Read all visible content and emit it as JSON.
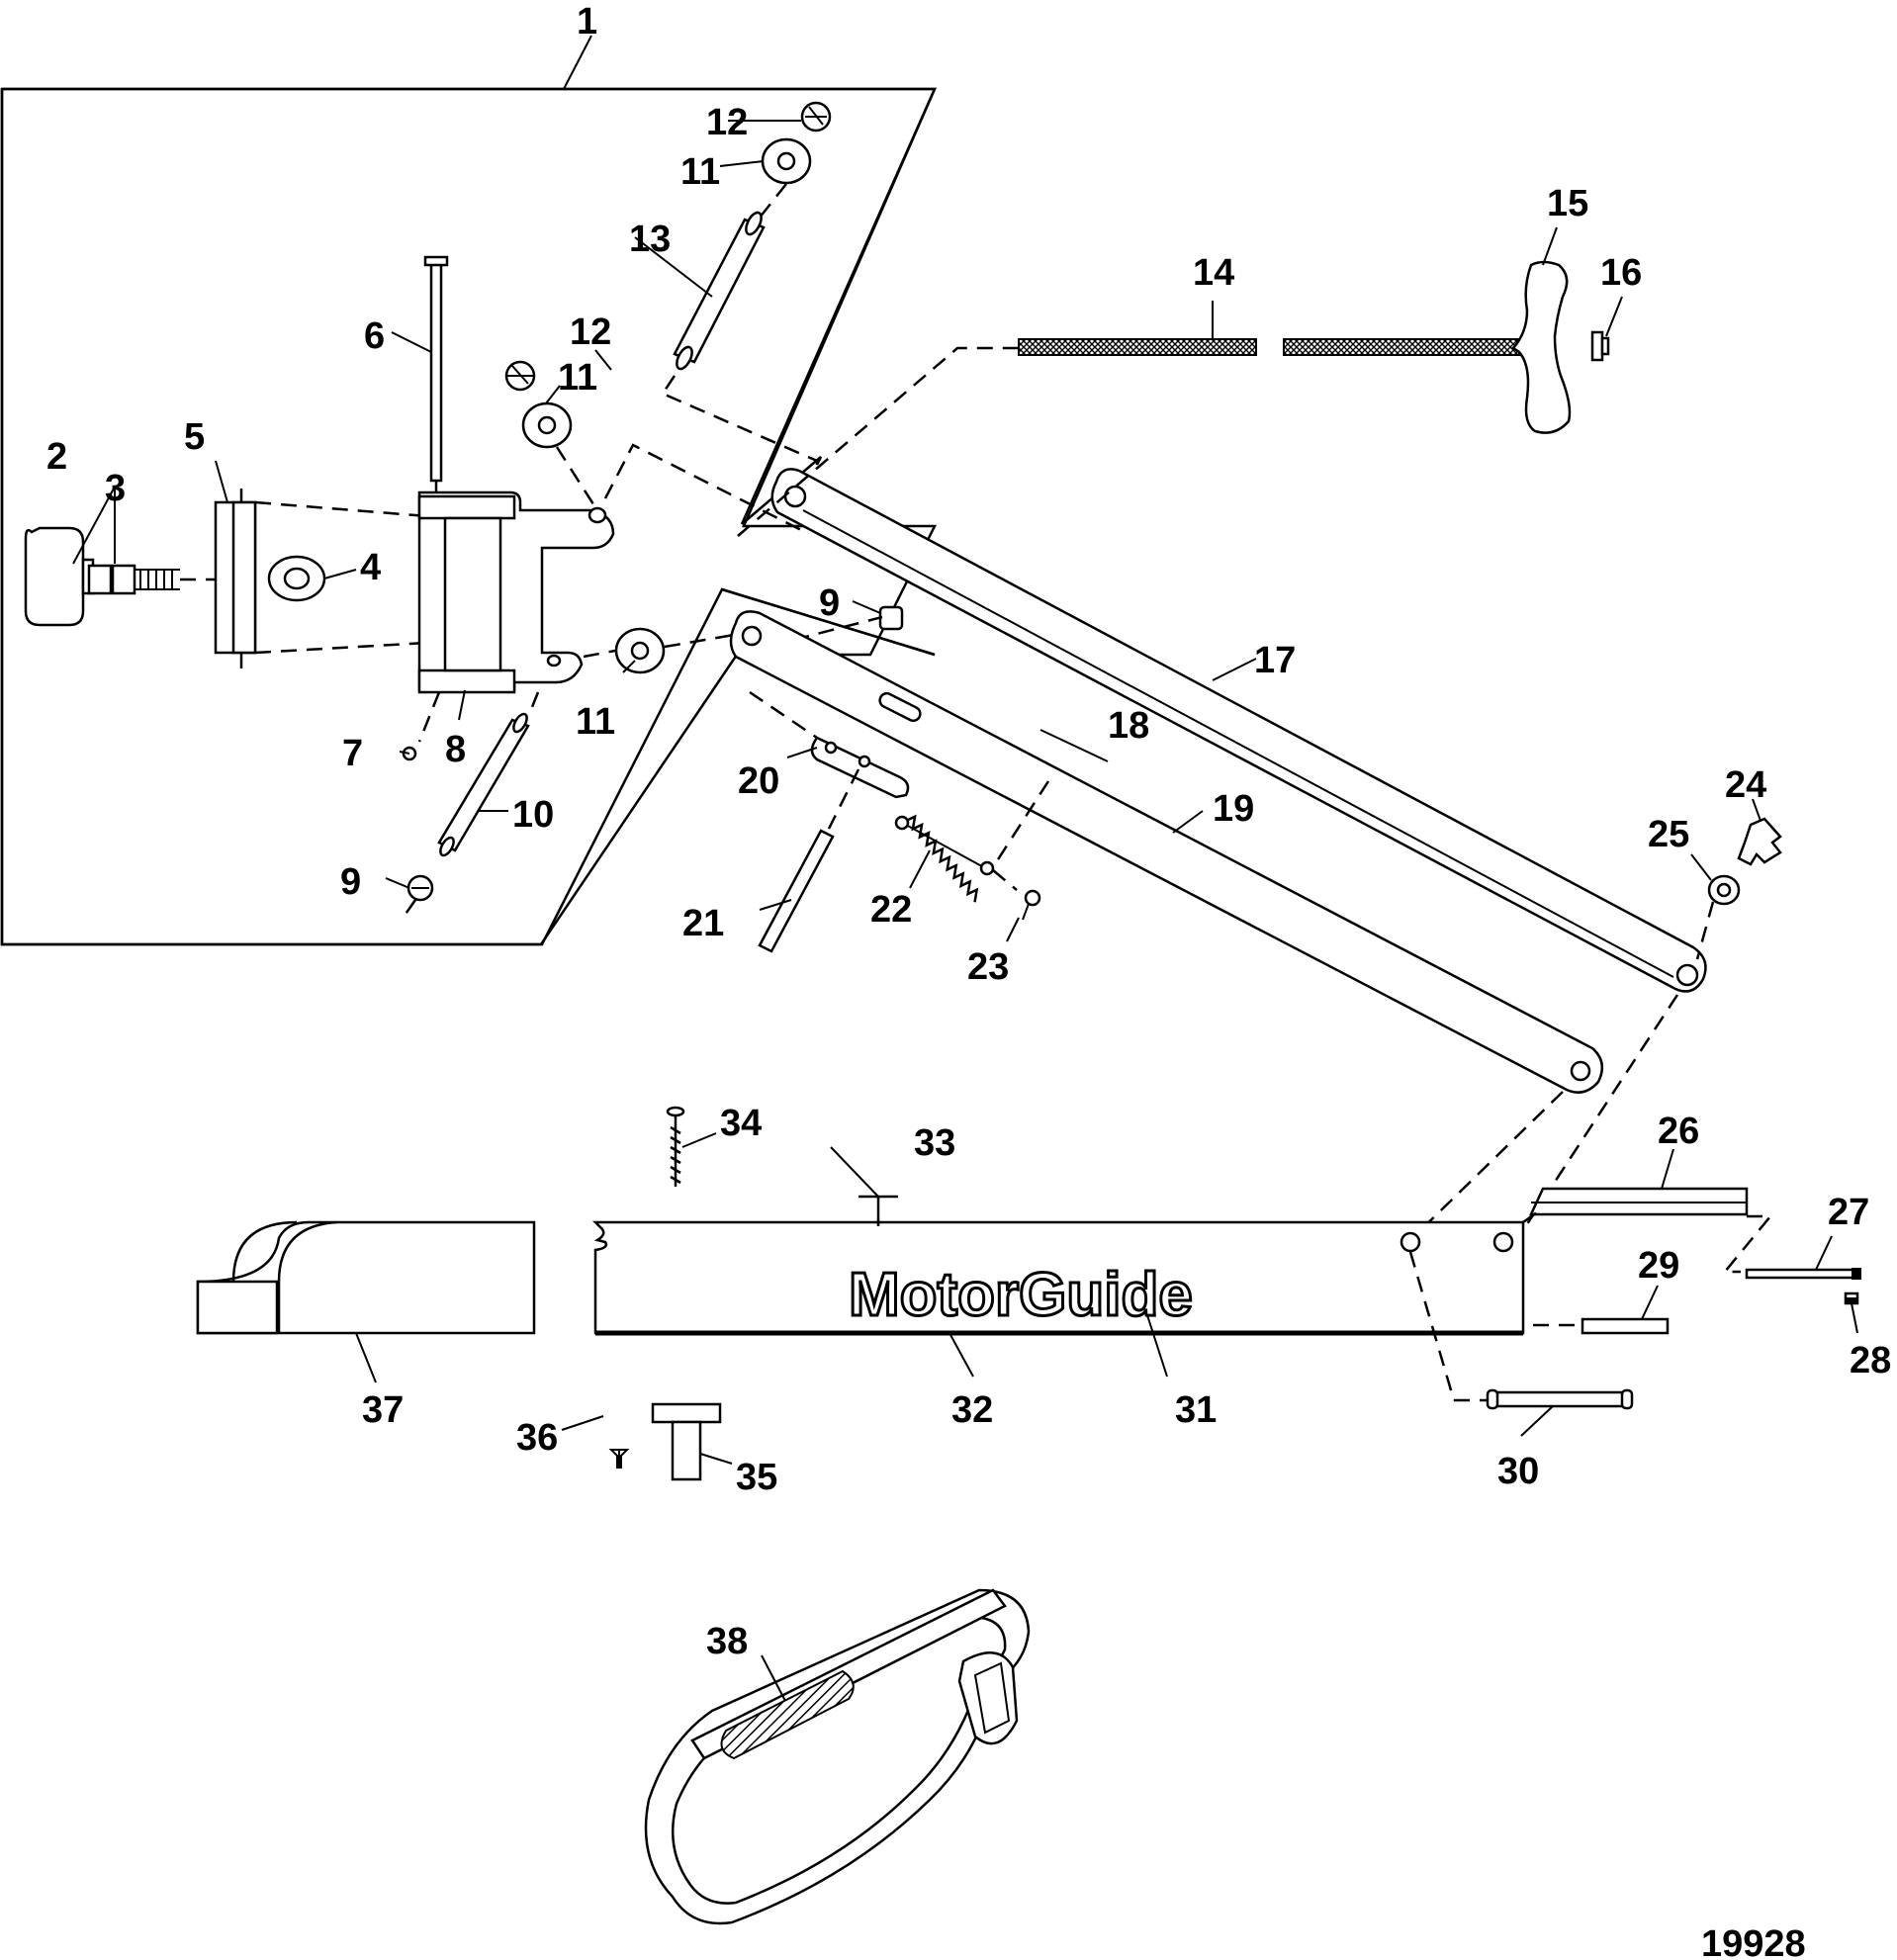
{
  "figure_number": "19928",
  "logo_text": "MotorGuide",
  "callouts": [
    {
      "id": "c1",
      "text": "1"
    },
    {
      "id": "c2",
      "text": "2"
    },
    {
      "id": "c3",
      "text": "3"
    },
    {
      "id": "c4",
      "text": "4"
    },
    {
      "id": "c5",
      "text": "5"
    },
    {
      "id": "c6",
      "text": "6"
    },
    {
      "id": "c7",
      "text": "7"
    },
    {
      "id": "c8",
      "text": "8"
    },
    {
      "id": "c9a",
      "text": "9"
    },
    {
      "id": "c9b",
      "text": "9"
    },
    {
      "id": "c10",
      "text": "10"
    },
    {
      "id": "c11a",
      "text": "11"
    },
    {
      "id": "c11b",
      "text": "11"
    },
    {
      "id": "c11c",
      "text": "11"
    },
    {
      "id": "c12a",
      "text": "12"
    },
    {
      "id": "c12b",
      "text": "12"
    },
    {
      "id": "c13",
      "text": "13"
    },
    {
      "id": "c14",
      "text": "14"
    },
    {
      "id": "c15",
      "text": "15"
    },
    {
      "id": "c16",
      "text": "16"
    },
    {
      "id": "c17",
      "text": "17"
    },
    {
      "id": "c18",
      "text": "18"
    },
    {
      "id": "c19",
      "text": "19"
    },
    {
      "id": "c20",
      "text": "20"
    },
    {
      "id": "c21",
      "text": "21"
    },
    {
      "id": "c22",
      "text": "22"
    },
    {
      "id": "c23",
      "text": "23"
    },
    {
      "id": "c24",
      "text": "24"
    },
    {
      "id": "c25",
      "text": "25"
    },
    {
      "id": "c26",
      "text": "26"
    },
    {
      "id": "c27",
      "text": "27"
    },
    {
      "id": "c28",
      "text": "28"
    },
    {
      "id": "c29",
      "text": "29"
    },
    {
      "id": "c30",
      "text": "30"
    },
    {
      "id": "c31",
      "text": "31"
    },
    {
      "id": "c32",
      "text": "32"
    },
    {
      "id": "c33",
      "text": "33"
    },
    {
      "id": "c34",
      "text": "34"
    },
    {
      "id": "c35",
      "text": "35"
    },
    {
      "id": "c36",
      "text": "36"
    },
    {
      "id": "c37",
      "text": "37"
    },
    {
      "id": "c38",
      "text": "38"
    }
  ]
}
